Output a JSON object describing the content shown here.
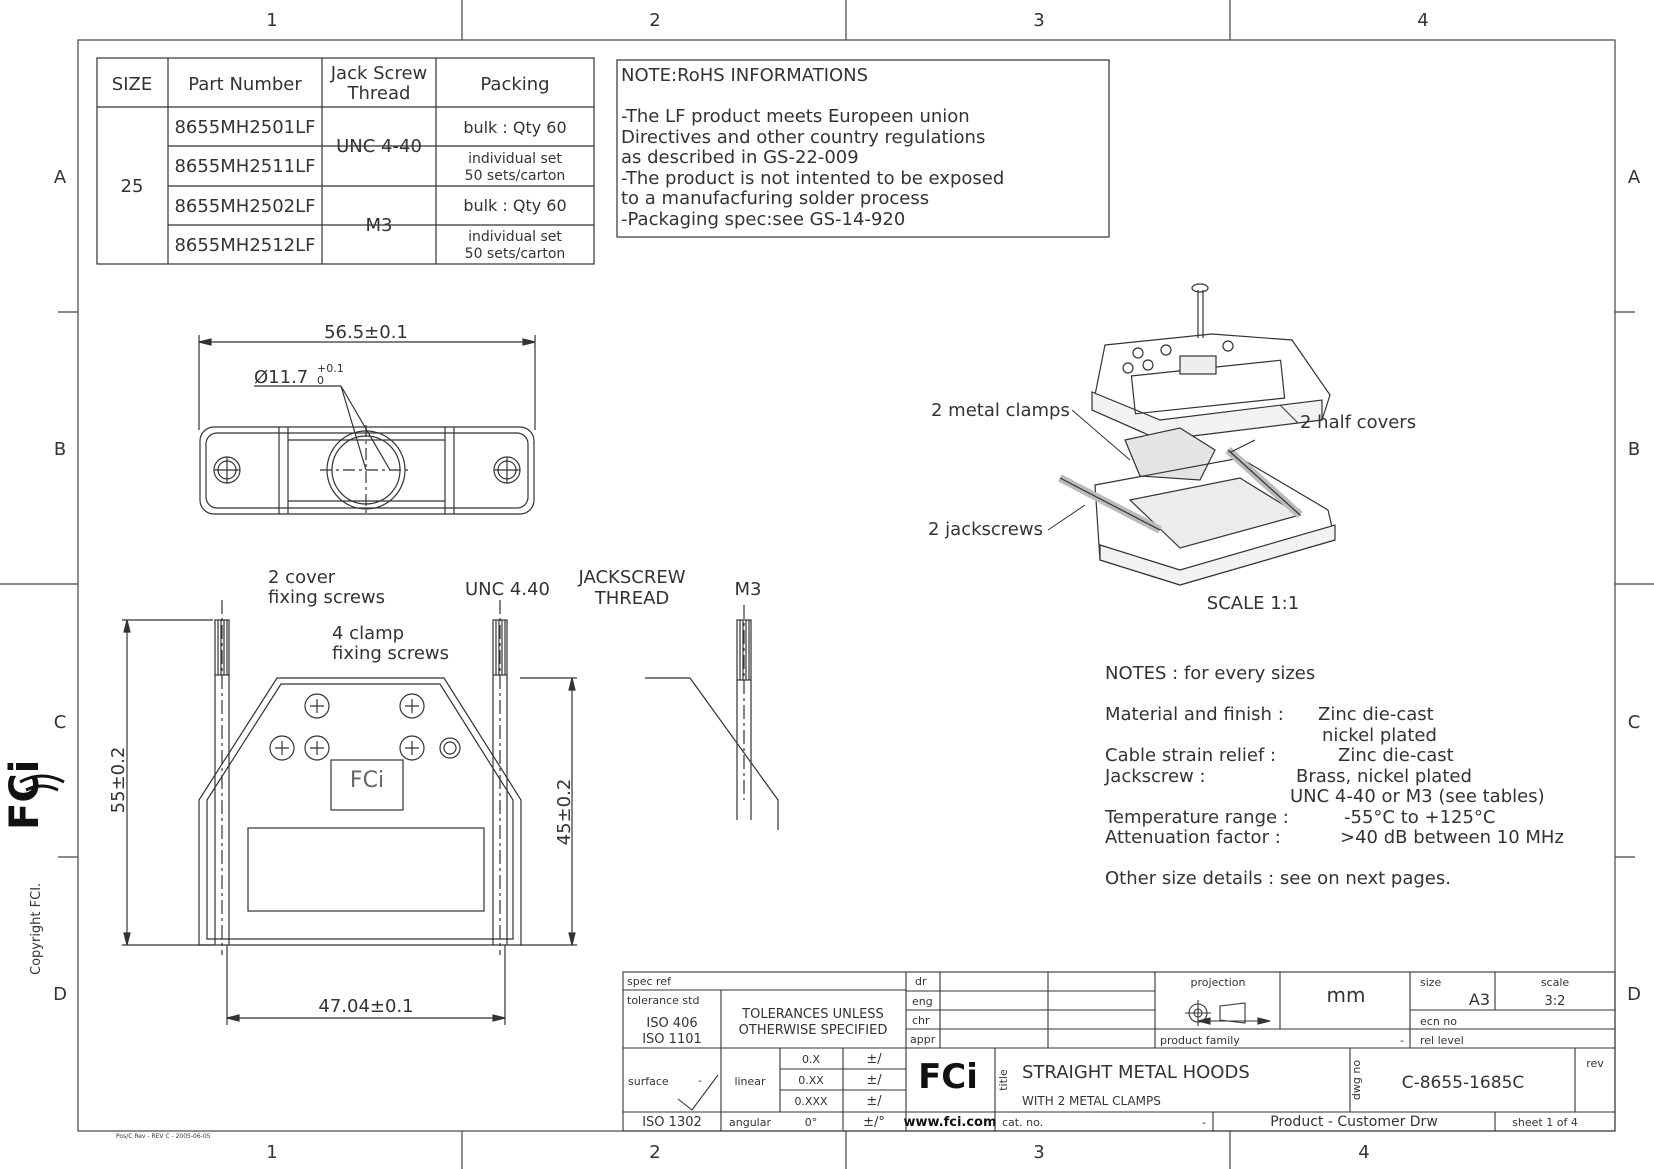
{
  "border": {
    "columns": [
      "1",
      "2",
      "3",
      "4"
    ],
    "rows": [
      "A",
      "B",
      "C",
      "D"
    ]
  },
  "copyright": "Copyright FCI.",
  "rev_note": "Pos/C Rev - REV C - 2005-06-05",
  "parts_table": {
    "headers": [
      "SIZE",
      "Part Number",
      "Jack Screw Thread",
      "Packing"
    ],
    "header_thread_line1": "Jack Screw",
    "header_thread_line2": "Thread",
    "size": "25",
    "rows": [
      {
        "part": "8655MH2501LF"
      },
      {
        "part": "8655MH2511LF"
      },
      {
        "part": "8655MH2502LF"
      },
      {
        "part": "8655MH2512LF"
      }
    ],
    "threads": [
      "UNC 4-40",
      "M3"
    ],
    "packing_bulk": "bulk : Qty 60",
    "packing_ind_1": "individual  set",
    "packing_ind_2": "50 sets/carton"
  },
  "rohs_note": {
    "title": "NOTE:RoHS INFORMATIONS",
    "lines": [
      "-The LF product meets Europeen union",
      "Directives and other country regulations",
      "as described in GS-22-009",
      "-The product is not intented to be exposed",
      "to a manufacfuring solder process",
      "-Packaging spec:see GS-14-920"
    ]
  },
  "top_view": {
    "dim_width": "56.5±0.1",
    "dim_hole": "Ø11.7",
    "dim_hole_tol_upper": "+0.1",
    "dim_hole_tol_lower": "0"
  },
  "front_view": {
    "label_cover_1": "2 cover",
    "label_cover_2": "fixing screws",
    "label_clamp_1": "4 clamp",
    "label_clamp_2": "fixing screws",
    "label_unc": "UNC 4.40",
    "label_jack_1": "JACKSCREW",
    "label_jack_2": "THREAD",
    "label_m3": "M3",
    "dim_height": "55±0.2",
    "dim_height_inner": "45±0.2",
    "dim_bottom": "47.04±0.1"
  },
  "iso_view": {
    "label_clamps": "2 metal clamps",
    "label_covers": "2 half covers",
    "label_jackscrews": "2 jackscrews",
    "scale": "SCALE  1:1"
  },
  "notes": {
    "title": "NOTES : for every sizes",
    "lines": [
      {
        "label": "Material and finish :",
        "value": "Zinc die-cast"
      },
      {
        "label": "",
        "value": "nickel plated"
      },
      {
        "label": "Cable strain relief :",
        "value": "Zinc die-cast"
      },
      {
        "label": "Jackscrew :",
        "value": "Brass, nickel plated"
      },
      {
        "label": "",
        "value": "UNC 4-40 or M3 (see tables)"
      },
      {
        "label": "Temperature range :",
        "value": "-55°C to +125°C"
      },
      {
        "label": "Attenuation factor :",
        "value": ">40 dB between 10 MHz"
      }
    ],
    "footer": "Other size details : see on next pages."
  },
  "title_block": {
    "spec_ref": "spec ref",
    "tolerance_std": "tolerance std",
    "iso406": "ISO 406",
    "iso1101": "ISO 1101",
    "tol_note_1": "TOLERANCES UNLESS",
    "tol_note_2": "OTHERWISE SPECIFIED",
    "surface": "surface",
    "surface_val": "-",
    "iso1302": "ISO 1302",
    "linear": "linear",
    "angular": "angular",
    "lin_x": "0.X",
    "lin_xx": "0.XX",
    "lin_xxx": "0.XXX",
    "ang": "0°",
    "pm": "±/",
    "pm_deg": "±/°",
    "dr": "dr",
    "eng": "eng",
    "chr": "chr",
    "appr": "appr",
    "projection": "projection",
    "units": "mm",
    "size_label": "size",
    "size_val": "A3",
    "scale_label": "scale",
    "scale_val": "3:2",
    "ecn": "ecn no",
    "product_family": "product family",
    "pf_val": "-",
    "rel_level": "rel level",
    "logo": "FCi",
    "website": "www.fci.com",
    "title_label": "title",
    "title_1": "STRAIGHT METAL HOODS",
    "title_2": "WITH 2 METAL CLAMPS",
    "dwg_label": "dwg no",
    "dwg_no": "C-8655-1685C",
    "rev": "rev",
    "cat": "cat. no.",
    "cat_val": "-",
    "drw_type": "Product - Customer Drw",
    "sheet": "sheet 1 of 4"
  }
}
